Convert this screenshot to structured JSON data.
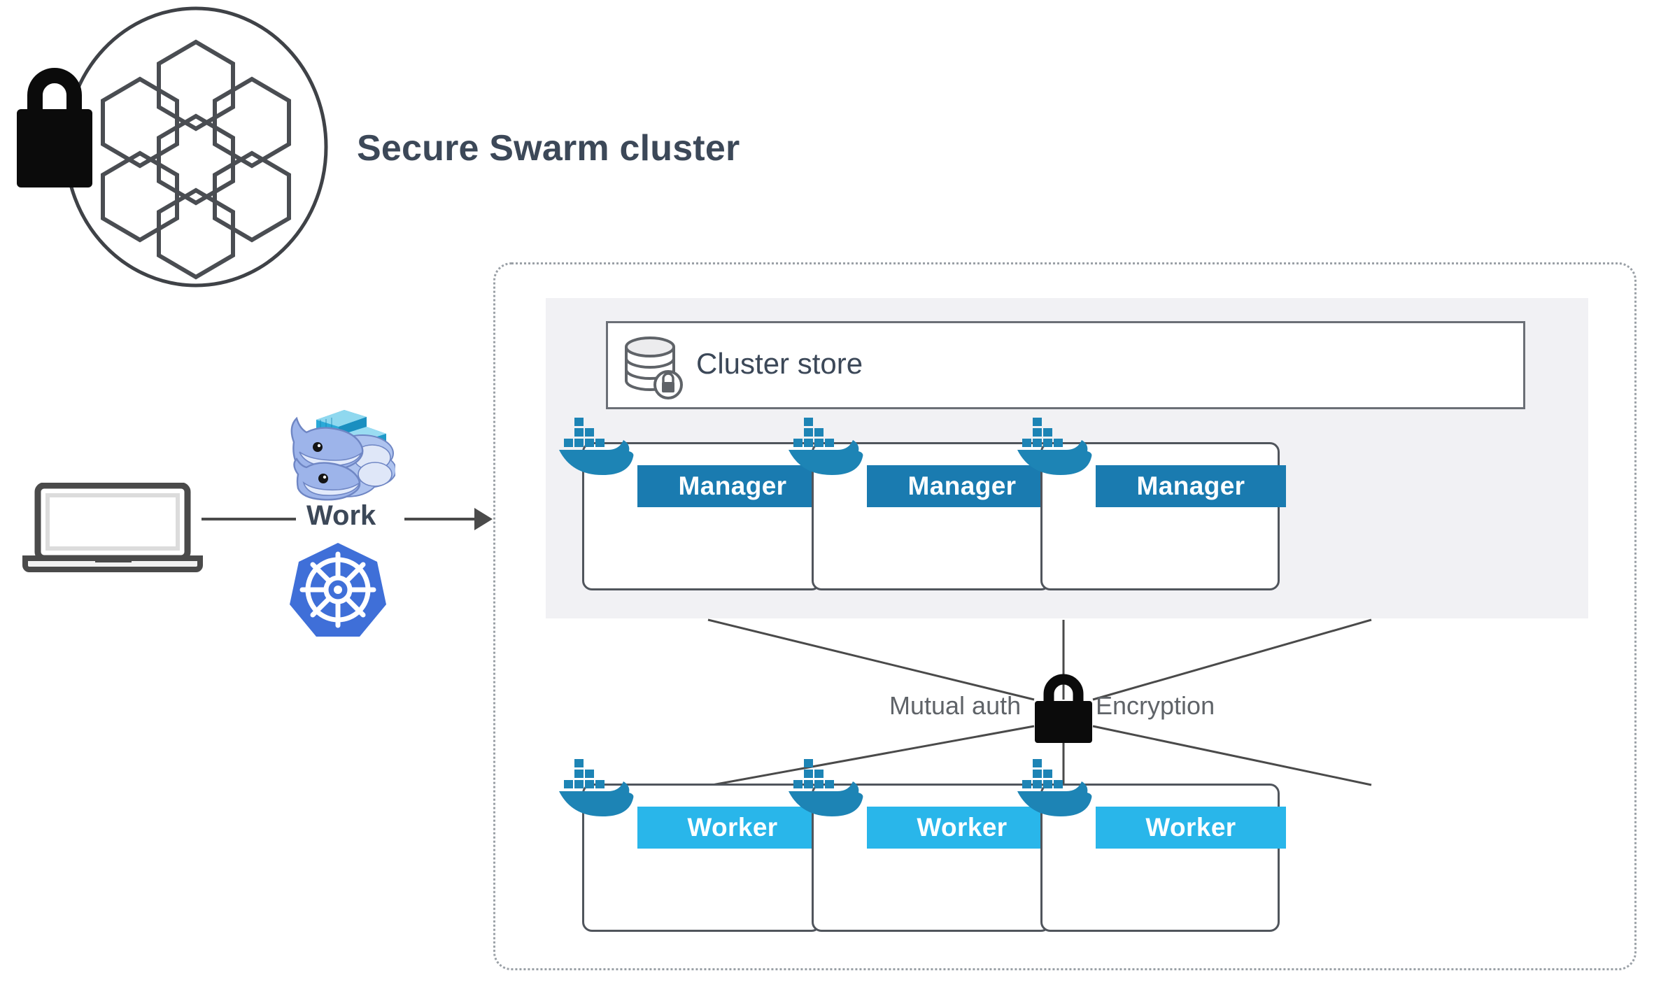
{
  "title": "Secure Swarm cluster",
  "colors": {
    "title_text": "#3c4858",
    "manager_badge": "#1a7bb0",
    "worker_badge": "#29b6ea",
    "panel_background": "#f1f1f4",
    "frame_border": "#9aa0a6",
    "node_border": "#50555c",
    "label_text": "#5f6368",
    "kubernetes_blue": "#3f6fd8",
    "whale_blue": "#1d84b5"
  },
  "emblem": {
    "swarm_icon": "swarm-hexagons-icon",
    "padlock_icon": "padlock-icon"
  },
  "client": {
    "laptop_icon": "laptop-icon",
    "flow_label": "Work",
    "arrow_icon": "arrow-right-icon",
    "docker_swarm_icon": "docker-whales-icon",
    "kubernetes_icon": "kubernetes-helm-icon"
  },
  "cluster": {
    "store": {
      "label": "Cluster store",
      "icon": "database-lock-icon"
    },
    "managers": [
      {
        "label": "Manager",
        "icon": "docker-whale-icon"
      },
      {
        "label": "Manager",
        "icon": "docker-whale-icon"
      },
      {
        "label": "Manager",
        "icon": "docker-whale-icon"
      }
    ],
    "workers": [
      {
        "label": "Worker",
        "icon": "docker-whale-icon"
      },
      {
        "label": "Worker",
        "icon": "docker-whale-icon"
      },
      {
        "label": "Worker",
        "icon": "docker-whale-icon"
      }
    ],
    "security": {
      "lock_icon": "padlock-icon",
      "left_label": "Mutual auth",
      "right_label": "Encryption"
    }
  }
}
